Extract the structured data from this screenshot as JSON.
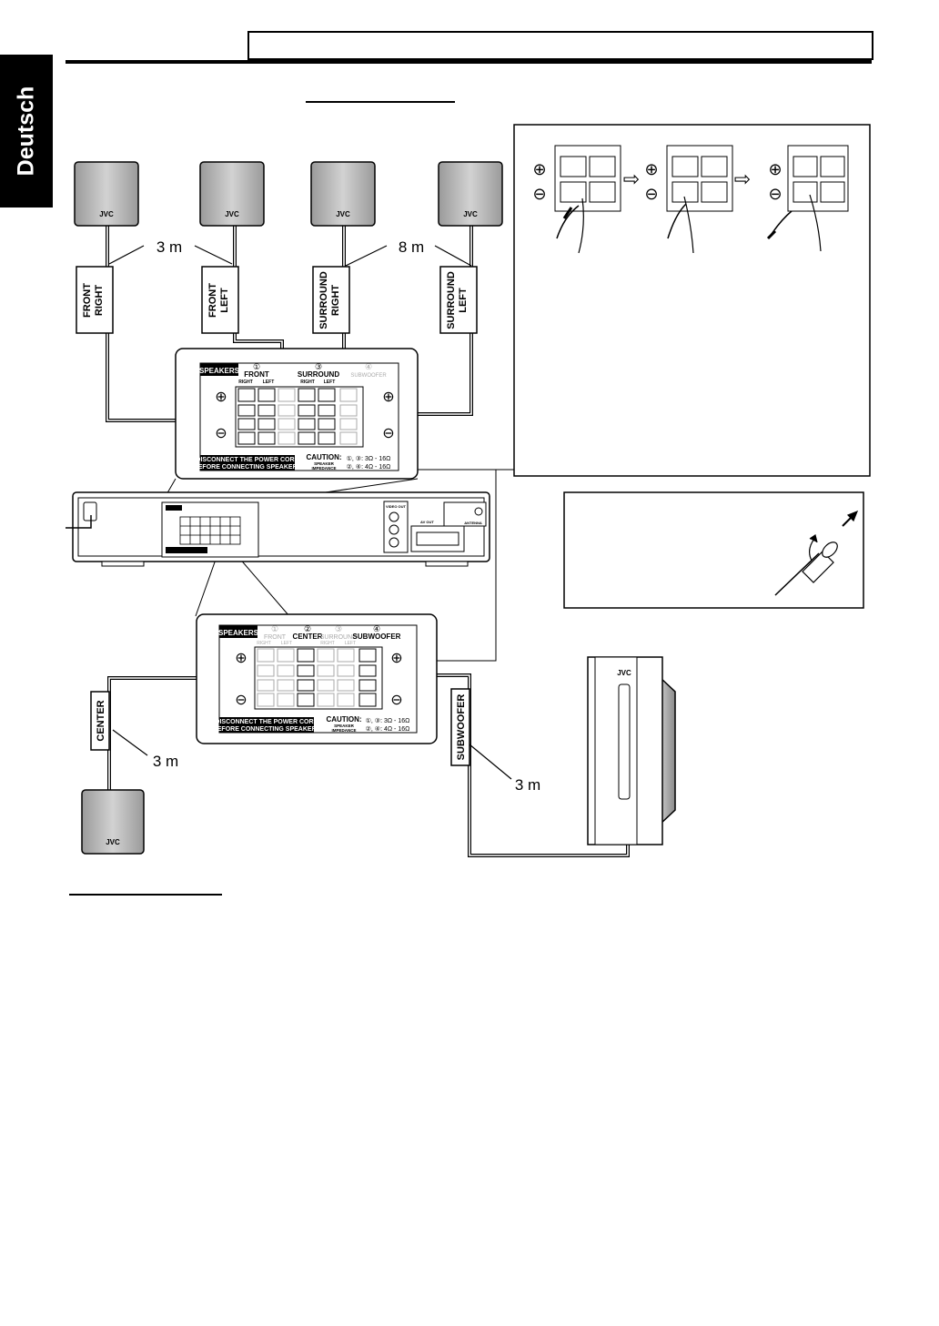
{
  "sidebar": {
    "language_tab": "Deutsch"
  },
  "speakers": {
    "front_right": {
      "label_line1": "FRONT",
      "label_line2": "RIGHT",
      "brand": "JVC"
    },
    "front_left": {
      "label_line1": "FRONT",
      "label_line2": "LEFT",
      "brand": "JVC"
    },
    "surround_right": {
      "label_line1": "SURROUND",
      "label_line2": "RIGHT",
      "brand": "JVC"
    },
    "surround_left": {
      "label_line1": "SURROUND",
      "label_line2": "LEFT",
      "brand": "JVC"
    },
    "center": {
      "label": "CENTER",
      "brand": "JVC"
    },
    "subwoofer": {
      "label": "SUBWOOFER",
      "brand": "JVC"
    }
  },
  "distances": {
    "front": "3 m",
    "surround": "8 m",
    "center": "3 m",
    "subwoofer": "3 m"
  },
  "top_panel": {
    "title": "SPEAKERS",
    "front_num": "①",
    "front_label": "FRONT",
    "front_right": "RIGHT",
    "front_left": "LEFT",
    "surround_num": "③",
    "surround_label": "SURROUND",
    "surround_right": "RIGHT",
    "surround_left": "LEFT",
    "subwoofer_num": "④",
    "subwoofer_label": "SUBWOOFER",
    "warning_line1": "DISCONNECT THE POWER CORD",
    "warning_line2": "BEFORE CONNECTING SPEAKERS",
    "caution": "CAUTION:",
    "imp_label1": "SPEAKER",
    "imp_label2": "IMPEDANCE",
    "imp1": "①, ③: 3Ω - 16Ω",
    "imp2": "②, ④: 4Ω - 16Ω"
  },
  "bottom_panel": {
    "title": "SPEAKERS",
    "front_num": "①",
    "front_label": "FRONT",
    "front_right": "RIGHT",
    "front_left": "LEFT",
    "center_num": "②",
    "center_label": "CENTER",
    "surround_num": "③",
    "surround_label": "SURROUND",
    "surround_right": "RIGHT",
    "surround_left": "LEFT",
    "subwoofer_num": "④",
    "subwoofer_label": "SUBWOOFER",
    "warning_line1": "DISCONNECT THE POWER CORD",
    "warning_line2": "BEFORE CONNECTING SPEAKERS",
    "caution": "CAUTION:",
    "imp_label1": "SPEAKER",
    "imp_label2": "IMPEDANCE",
    "imp1": "①, ③: 3Ω - 16Ω",
    "imp2": "②, ④: 4Ω - 16Ω"
  },
  "receiver": {
    "video_out": "VIDEO OUT",
    "antenna": "ANTENNA",
    "av": "AV OUT"
  },
  "symbols": {
    "plus": "⊕",
    "minus": "⊖",
    "arrow": "⇨"
  }
}
